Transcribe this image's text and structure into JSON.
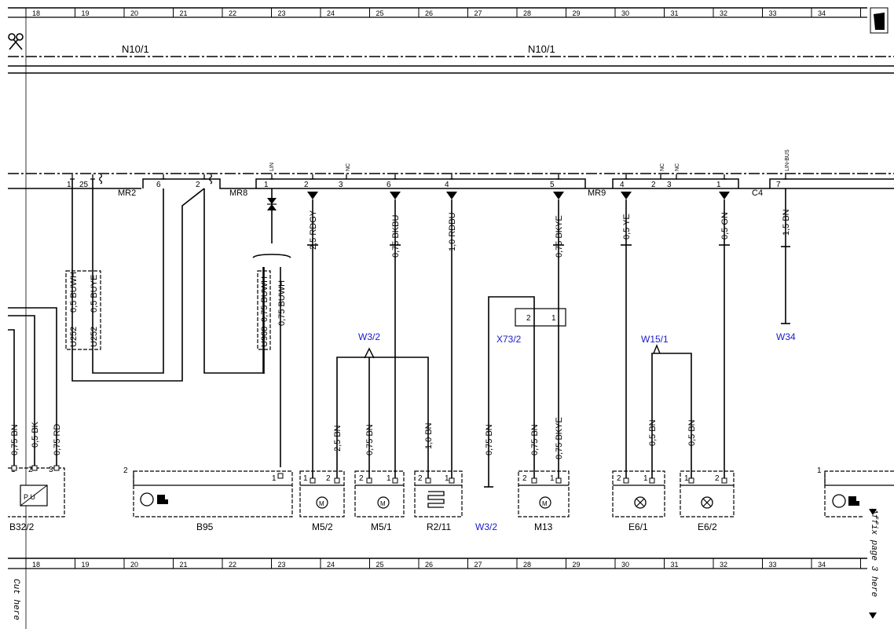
{
  "ruler": {
    "top_columns": [
      "18",
      "19",
      "20",
      "21",
      "22",
      "23",
      "24",
      "25",
      "26",
      "27",
      "28",
      "29",
      "30",
      "31",
      "32",
      "33",
      "34"
    ],
    "bottom_columns": [
      "18",
      "19",
      "20",
      "21",
      "22",
      "23",
      "24",
      "25",
      "26",
      "27",
      "28",
      "29",
      "30",
      "31",
      "32",
      "33",
      "34"
    ]
  },
  "margin": {
    "cut_here": "Cut here",
    "affix_page": "Affix page 3 here"
  },
  "control_units": [
    {
      "id": "N10/1"
    },
    {
      "id": "N10/1"
    }
  ],
  "connectors": [
    "MR2",
    "MR8",
    "MR9",
    "C4"
  ],
  "pins": [
    "1",
    "25",
    "6",
    "2",
    "1",
    "2",
    "3",
    "6",
    "4",
    "5",
    "4",
    "2",
    "3",
    "1",
    "7"
  ],
  "pin_tags": [
    "LIN",
    "NC",
    "NC",
    "NC",
    "LIN-BUS"
  ],
  "wires": [
    {
      "label": "0,5 BUWH"
    },
    {
      "label": "0,5 BUYE"
    },
    {
      "label": "U252"
    },
    {
      "label": "U252"
    },
    {
      "label": "U968"
    },
    {
      "label": "0,75 BUWH"
    },
    {
      "label": "0,75 BUWH"
    },
    {
      "label": "2,5 RDGY"
    },
    {
      "label": "0,75 BKBU"
    },
    {
      "label": "1,0 RDBU"
    },
    {
      "label": "0,75 BKYE"
    },
    {
      "label": "0,5 YE"
    },
    {
      "label": "0,5 GN"
    },
    {
      "label": "1,5 BN"
    },
    {
      "label": "0,75 BN"
    },
    {
      "label": "0,5 BK"
    },
    {
      "label": "0,75 RD"
    },
    {
      "label": "2,5 BN"
    },
    {
      "label": "0,75 BN"
    },
    {
      "label": "1,0 BN"
    },
    {
      "label": "0,75 BN"
    },
    {
      "label": "0,75 BN"
    },
    {
      "label": "0,75 BKYE"
    },
    {
      "label": "0,5 BN"
    },
    {
      "label": "0,5 BN"
    }
  ],
  "grounds": [
    "W3/2",
    "X73/2",
    "W15/1",
    "W34",
    "W3/2"
  ],
  "components": [
    {
      "id": "B32/2",
      "pins": [
        "1",
        "2",
        "3"
      ],
      "symbol": "P U"
    },
    {
      "id": "B95",
      "pins": [
        "2",
        "1"
      ]
    },
    {
      "id": "M5/2",
      "pins": [
        "1",
        "2"
      ],
      "symbol": "M"
    },
    {
      "id": "M5/1",
      "pins": [
        "2",
        "1"
      ],
      "symbol": "M"
    },
    {
      "id": "R2/11",
      "pins": [
        "2",
        "1"
      ]
    },
    {
      "id": "M13",
      "pins": [
        "2",
        "1"
      ],
      "symbol": "M"
    },
    {
      "id": "E6/1",
      "pins": [
        "2",
        "1"
      ]
    },
    {
      "id": "E6/2",
      "pins": [
        "1",
        "2"
      ]
    },
    {
      "id": "",
      "pins": [
        "1"
      ]
    }
  ],
  "x73_pins": [
    "2",
    "1"
  ],
  "colors": {
    "ink": "#000000",
    "ground_label": "#1a1acc",
    "background": "#ffffff"
  },
  "icons": [
    "scissors-icon",
    "page-corner-icon"
  ]
}
